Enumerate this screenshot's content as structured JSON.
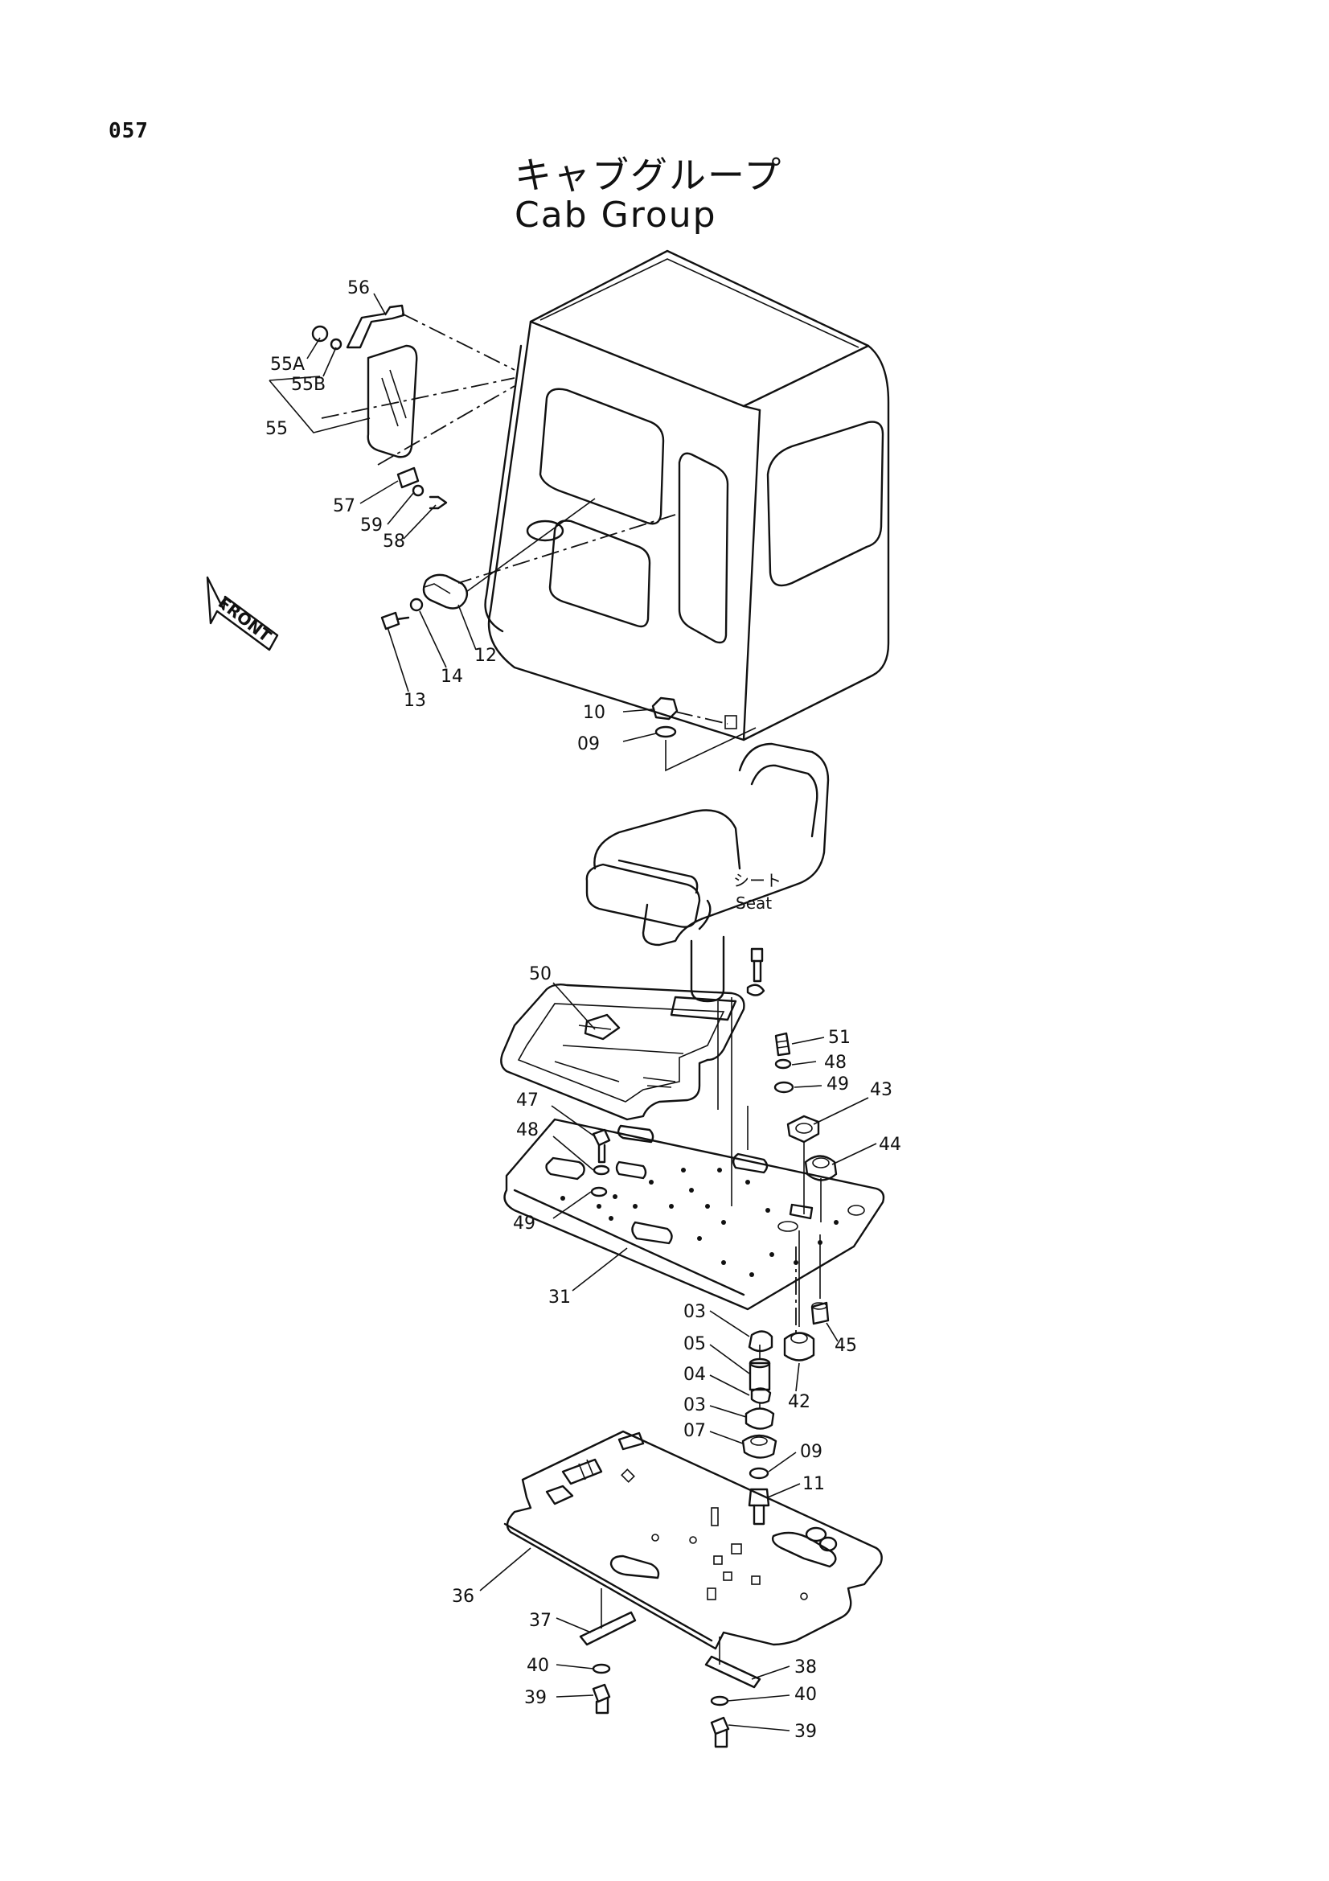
{
  "page": {
    "number": "057"
  },
  "title": {
    "japanese": "キャブグループ",
    "english": "Cab Group"
  },
  "front_label": "FRONT",
  "seat_label": {
    "japanese": "シート",
    "english": "Seat"
  },
  "callouts": {
    "c56": "56",
    "c55A": "55A",
    "c55B": "55B",
    "c55": "55",
    "c57": "57",
    "c59": "59",
    "c58": "58",
    "c12": "12",
    "c14": "14",
    "c13": "13",
    "c10": "10",
    "c09a": "09",
    "c50": "50",
    "c51": "51",
    "c48a": "48",
    "c49a": "49",
    "c43": "43",
    "c44": "44",
    "c47": "47",
    "c48b": "48",
    "c49b": "49",
    "c31": "31",
    "c03a": "03",
    "c05": "05",
    "c04": "04",
    "c03b": "03",
    "c07": "07",
    "c09b": "09",
    "c11": "11",
    "c45": "45",
    "c42": "42",
    "c36": "36",
    "c37": "37",
    "c40a": "40",
    "c39a": "39",
    "c38": "38",
    "c40b": "40",
    "c39b": "39"
  }
}
